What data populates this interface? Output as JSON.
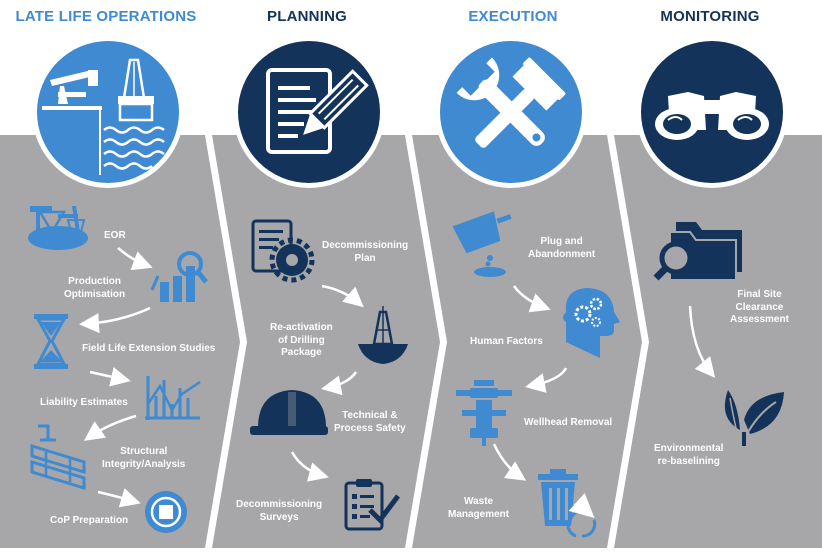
{
  "colors": {
    "light_blue": "#3f8ad0",
    "dark_blue": "#14335a",
    "panel_grey": "#a7a6a9",
    "white": "#ffffff"
  },
  "columns": [
    {
      "title": "LATE LIFE OPERATIONS",
      "header_icon": "oil-rig-icon",
      "items": [
        {
          "label": "EOR",
          "icon": "pumpjack-icon"
        },
        {
          "label": "Production\nOptimisation",
          "icon": "chart-magnifier-icon"
        },
        {
          "label": "Field Life Extension Studies",
          "icon": "hourglass-icon"
        },
        {
          "label": "Liability Estimates",
          "icon": "line-chart-icon"
        },
        {
          "label": "Structural\nIntegrity/Analysis",
          "icon": "structure-icon"
        },
        {
          "label": "CoP Preparation",
          "icon": "stop-button-icon"
        }
      ]
    },
    {
      "title": "PLANNING",
      "header_icon": "document-pencil-icon",
      "items": [
        {
          "label": "Decommissioning\nPlan",
          "icon": "document-gear-icon"
        },
        {
          "label": "Re-activation\nof Drilling\nPackage",
          "icon": "drilling-rig-icon"
        },
        {
          "label": "Technical &\nProcess Safety",
          "icon": "hard-hat-icon"
        },
        {
          "label": "Decommissioning\nSurveys",
          "icon": "clipboard-checklist-icon"
        }
      ]
    },
    {
      "title": "EXECUTION",
      "header_icon": "hammer-wrench-icon",
      "items": [
        {
          "label": "Plug and\nAbandonment",
          "icon": "pouring-ladle-icon"
        },
        {
          "label": "Human Factors",
          "icon": "head-gears-icon"
        },
        {
          "label": "Wellhead Removal",
          "icon": "wellhead-icon"
        },
        {
          "label": "Waste\nManagement",
          "icon": "recycle-bin-icon"
        }
      ]
    },
    {
      "title": "MONITORING",
      "header_icon": "binoculars-icon",
      "items": [
        {
          "label": "Final Site\nClearance\nAssessment",
          "icon": "folder-search-icon"
        },
        {
          "label": "Environmental\nre-baselining",
          "icon": "leaves-icon"
        }
      ]
    }
  ]
}
